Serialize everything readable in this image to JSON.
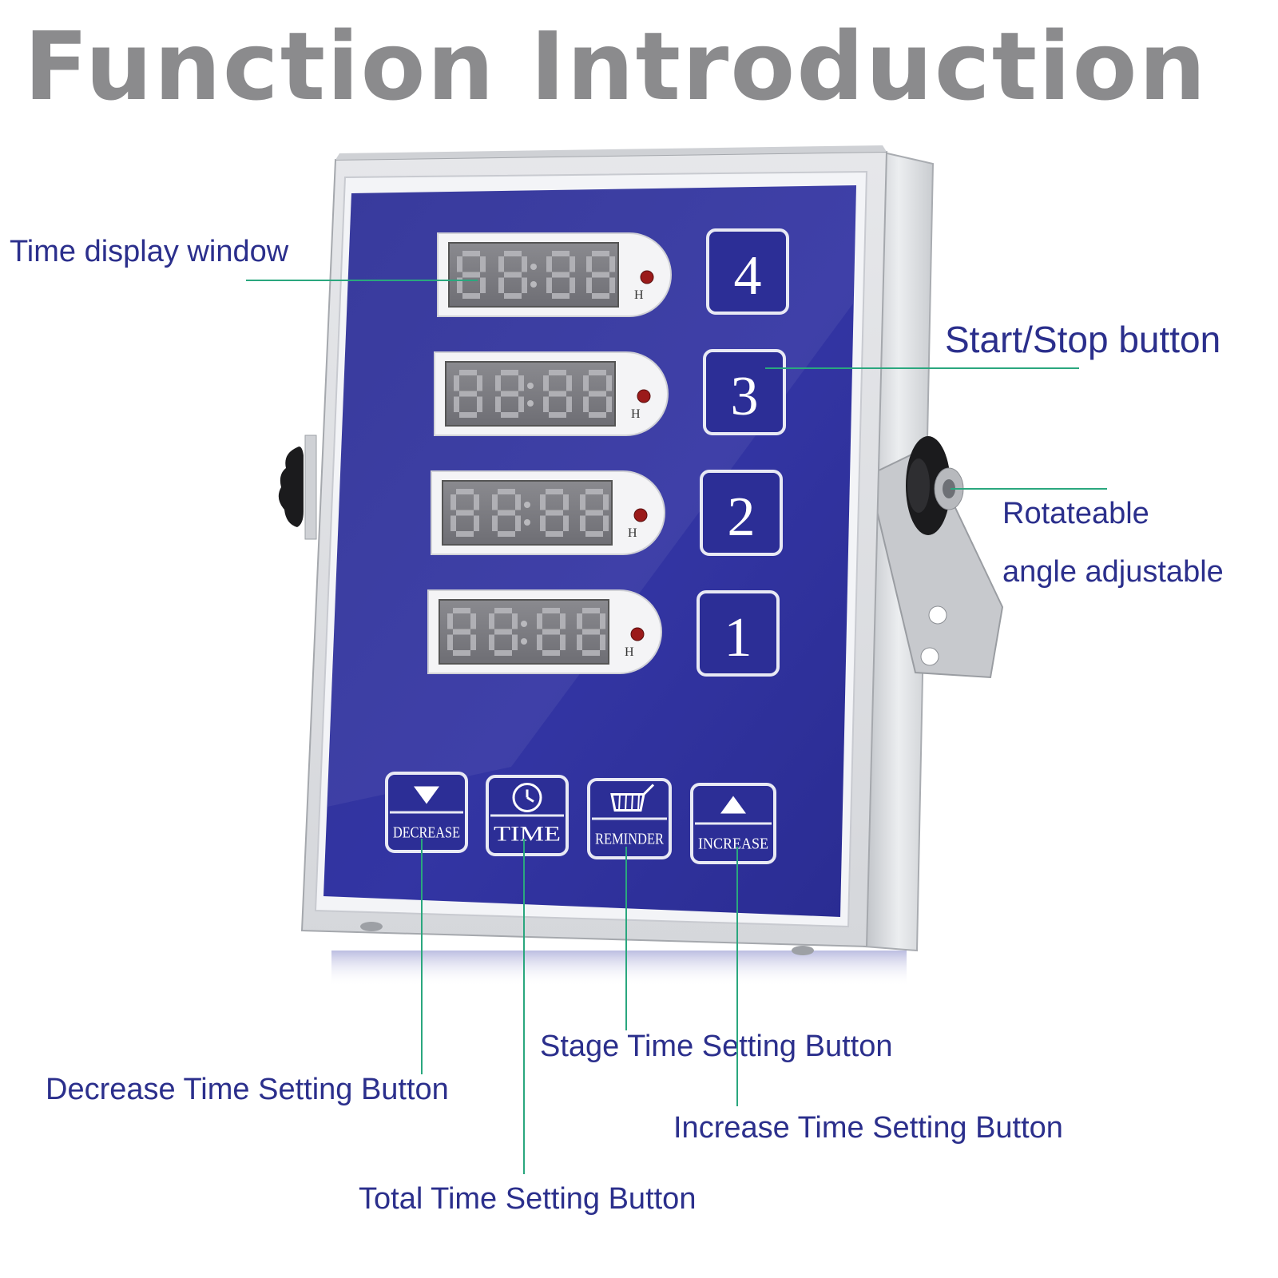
{
  "title": "Function Introduction",
  "callouts": {
    "time_display": "Time display window",
    "start_stop": "Start/Stop button",
    "rotate_line1": "Rotateable",
    "rotate_line2": "angle adjustable",
    "stage_time": "Stage Time Setting Button",
    "decrease_time": "Decrease Time Setting Button",
    "increase_time": "Increase Time Setting Button",
    "total_time": "Total Time Setting Button"
  },
  "device": {
    "channel_buttons": [
      "4",
      "3",
      "2",
      "1"
    ],
    "display_indicator": "H",
    "bottom_buttons": [
      "DECREASE",
      "TIME",
      "REMINDER",
      "INCREASE"
    ]
  },
  "colors": {
    "panel": "#2e2f9c",
    "label": "#2b2f8c",
    "leader": "#2aa77e",
    "title": "#8b8b8d"
  }
}
